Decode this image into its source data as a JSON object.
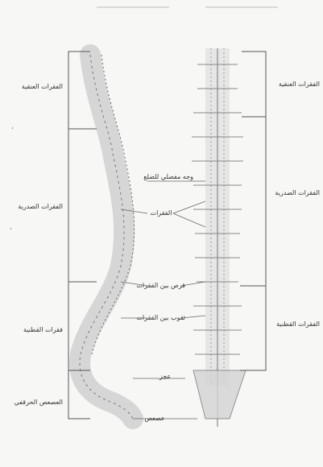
{
  "labels": {
    "cervical_left": "الفقرات العنقية",
    "thoracic_left": "الفقرات الصدرية",
    "lumbar_left": "فقرات القطنية",
    "coccyx_left": "العصعص الحرقفي",
    "cervical_right": "الفقرات العنقية",
    "thoracic_right": "الفقرات الصدرية",
    "lumbar_right": "الفقرات القطنية",
    "facet": "وجه مفصلي للضلع",
    "vertebrae": "الفقرات",
    "disc": "قرص بين الفقرات",
    "foramen": "ثقوب بين الفقرات",
    "sacrum": "عجز",
    "bottom": "عصعص"
  },
  "colors": {
    "ink": "#555555",
    "bone": "#cfcfcf",
    "bg": "#f7f7f5"
  }
}
